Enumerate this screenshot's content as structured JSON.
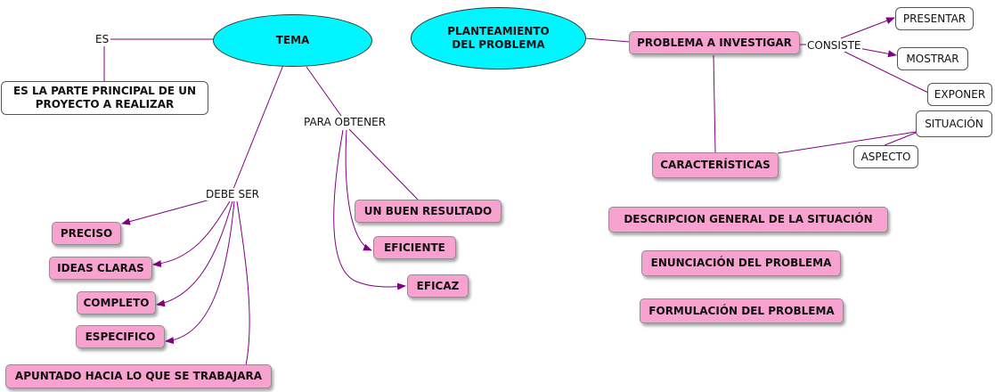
{
  "colors": {
    "concept_fill": "#f8a3cf",
    "ellipse_fill": "#00f5ff",
    "link": "#800080"
  },
  "nodes": {
    "tema": "TEMA",
    "planteamiento": "PLANTEAMIENTO DEL PROBLEMA",
    "es_def": "ES LA PARTE PRINCIPAL DE UN PROYECTO A REALIZAR",
    "preciso": "PRECISO",
    "ideas_claras": "IDEAS CLARAS",
    "completo": "COMPLETO",
    "especifico": "ESPECIFICO",
    "apuntado": "APUNTADO HACIA LO QUE SE TRABAJARA",
    "buen_resultado": "UN BUEN RESULTADO",
    "eficiente": "EFICIENTE",
    "eficaz": "EFICAZ",
    "problema": "PROBLEMA A INVESTIGAR",
    "presentar": "PRESENTAR",
    "mostrar": "MOSTRAR",
    "exponer": "EXPONER",
    "situacion": "SITUACIÓN",
    "aspecto": "ASPECTO",
    "caracteristicas": "CARACTERÍSTICAS",
    "descripcion": "DESCRIPCION GENERAL DE LA SITUACIÓN",
    "enunciacion": "ENUNCIACIÓN DEL PROBLEMA",
    "formulacion": "FORMULACIÓN DEL PROBLEMA"
  },
  "links": {
    "es": "ES",
    "debe_ser": "DEBE SER",
    "para_obtener": "PARA OBTENER",
    "consiste": "CONSISTE"
  }
}
